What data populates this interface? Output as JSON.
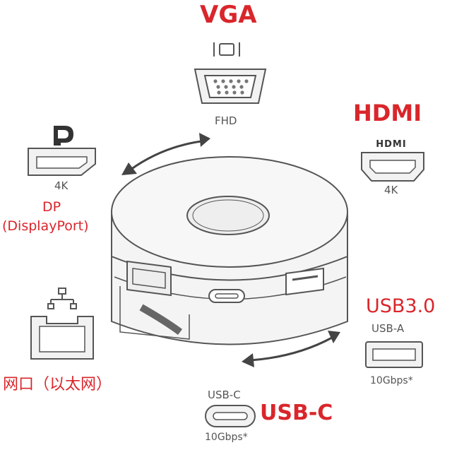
{
  "colors": {
    "accent_red": "#d9262b",
    "line": "#555555",
    "fill": "#f2f2f2"
  },
  "ports": {
    "vga": {
      "heading": "VGA",
      "res": "FHD"
    },
    "hdmi": {
      "heading": "HDMI",
      "logo_text": "HDMI",
      "res": "4K"
    },
    "dp": {
      "res": "4K",
      "heading_1": "DP",
      "heading_2": "(DisplayPort)"
    },
    "ethernet": {
      "heading": "网口（以太网）"
    },
    "usb_a": {
      "heading": "USB3.0",
      "type": "USB-A",
      "speed": "10Gbps*"
    },
    "usb_c": {
      "heading": "USB-C",
      "type": "USB-C",
      "speed": "10Gbps*"
    }
  }
}
